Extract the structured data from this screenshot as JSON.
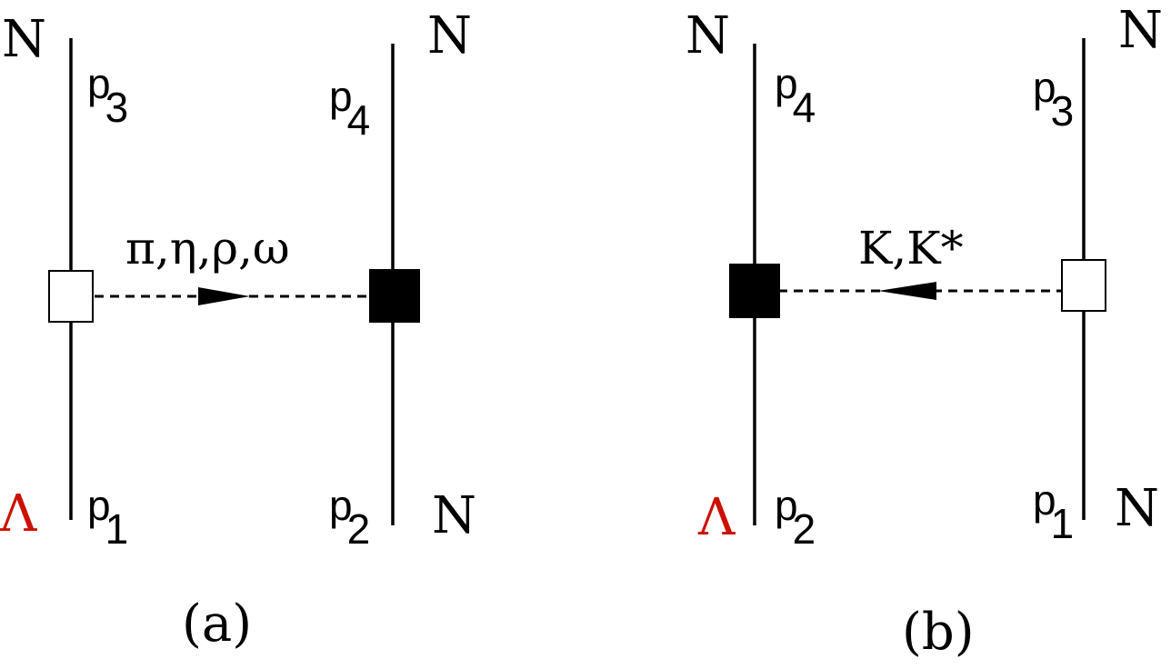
{
  "diagram_a": {
    "caption": "(a)",
    "exchange_label": "π,η,ρ,ω",
    "left_line": {
      "top_label": "N",
      "top_momentum": "p",
      "top_momentum_sub": "3",
      "bottom_label": "Λ",
      "bottom_momentum": "p",
      "bottom_momentum_sub": "1"
    },
    "right_line": {
      "top_label": "N",
      "top_momentum": "p",
      "top_momentum_sub": "4",
      "bottom_label": "N",
      "bottom_momentum": "p",
      "bottom_momentum_sub": "2"
    }
  },
  "diagram_b": {
    "caption": "(b)",
    "exchange_label": "K,K*",
    "left_line": {
      "top_label": "N",
      "top_momentum": "p",
      "top_momentum_sub": "4",
      "bottom_label": "Λ",
      "bottom_momentum": "p",
      "bottom_momentum_sub": "2"
    },
    "right_line": {
      "top_label": "N",
      "top_momentum": "p",
      "top_momentum_sub": "3",
      "bottom_label": "N",
      "bottom_momentum": "p",
      "bottom_momentum_sub": "1"
    }
  },
  "colors": {
    "lambda": "#cc1100",
    "ink": "#000000"
  }
}
